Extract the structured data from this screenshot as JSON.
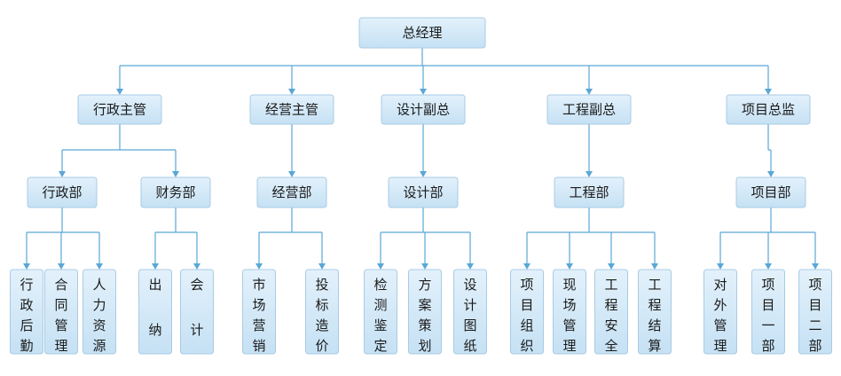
{
  "root": "总经理",
  "managers": [
    {
      "label": "行政主管",
      "departments": [
        {
          "label": "行政部",
          "children": [
            "行政后勤",
            "合同管理",
            "人力资源"
          ]
        },
        {
          "label": "财务部",
          "children": [
            "出纳",
            "会计"
          ]
        }
      ]
    },
    {
      "label": "经营主管",
      "departments": [
        {
          "label": "经营部",
          "children": [
            "市场营销",
            "投标造价"
          ]
        }
      ]
    },
    {
      "label": "设计副总",
      "departments": [
        {
          "label": "设计部",
          "children": [
            "检测鉴定",
            "方案策划",
            "设计图纸"
          ]
        }
      ]
    },
    {
      "label": "工程副总",
      "departments": [
        {
          "label": "工程部",
          "children": [
            "项目组织",
            "现场管理",
            "工程安全",
            "工程结算"
          ]
        }
      ]
    },
    {
      "label": "项目总监",
      "departments": [
        {
          "label": "项目部",
          "children": [
            "对外管理",
            "项目一部",
            "项目二部"
          ]
        }
      ]
    }
  ],
  "colors": {
    "box_fill_top": "#e3f1fb",
    "box_fill_bottom": "#c5e1f4",
    "box_stroke": "#a9cbe4",
    "connector": "#5aa7d6",
    "text": "#1a1a1a"
  }
}
